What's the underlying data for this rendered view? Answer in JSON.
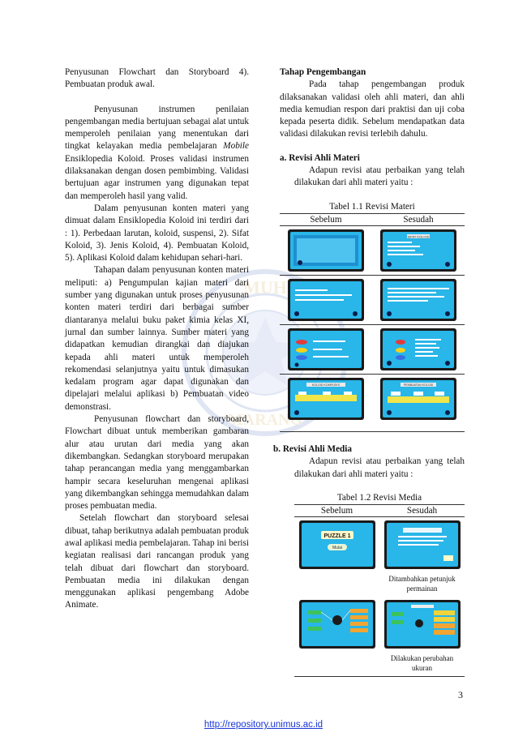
{
  "left_column": {
    "p1": "Penyusunan Flowchart dan Storyboard 4). Pembuatan produk awal.",
    "p2_before": "Penyusunan instrumen penilaian pengembangan media bertujuan sebagai alat untuk memperoleh penilaian yang menentukan dari tingkat kelayakan media pembelajaran ",
    "p2_italic": "Mobile",
    "p2_after": " Ensiklopedia Koloid. Proses validasi instrumen dilaksanakan dengan dosen pembimbing. Validasi bertujuan agar instrumen yang digunakan tepat dan memperoleh hasil yang valid.",
    "p3": "Dalam penyusunan konten materi yang dimuat dalam Ensiklopedia Koloid ini terdiri dari : 1). Perbedaan larutan, koloid, suspensi, 2). Sifat Koloid, 3). Jenis Koloid, 4). Pembuatan Koloid, 5). Aplikasi Koloid dalam kehidupan sehari-hari.",
    "p4": "Tahapan dalam penyusunan konten materi meliputi: a) Pengumpulan kajian materi dari sumber yang digunakan untuk proses penyusunan konten materi terdiri dari berbagai sumber diantaranya melalui buku paket kimia kelas XI, jurnal dan sumber lainnya. Sumber materi yang didapatkan kemudian dirangkai dan diajukan kepada ahli materi untuk memperoleh rekomendasi selanjutnya yaitu untuk dimasukan kedalam program agar dapat digunakan dan dipelajari melalui aplikasi b) Pembuatan video demonstrasi.",
    "p5": "Penyusunan flowchart dan storyboard, Flowchart dibuat untuk memberikan gambaran alur atau urutan dari media yang akan dikembangkan. Sedangkan storyboard merupakan tahap perancangan media yang menggambarkan hampir secara keseluruhan mengenai aplikasi yang dikembangkan sehingga memudahkan dalam proses pembuatan media.",
    "p6": "Setelah flowchart dan storyboard selesai dibuat, tahap berikutnya adalah pembuatan produk awal aplikasi media pembelajaran. Tahap ini berisi kegiatan realisasi dari rancangan produk yang telah dibuat dari flowchart dan storyboard. Pembuatan media ini dilakukan dengan menggunakan aplikasi pengembang Adobe Animate."
  },
  "right_column": {
    "heading": "Tahap Pengembangan",
    "intro": "Pada tahap pengembangan produk dilaksanakan validasi oleh ahli materi, dan ahli media kemudian respon dari praktisi dan uji coba kepada peserta didik. Sebelum mendapatkan data validasi dilakukan revisi terlebih dahulu.",
    "section_a": "a.  Revisi Ahli Materi",
    "section_a_text": "Adapun revisi atau perbaikan yang telah dilakukan dari ahli materi yaitu :",
    "table1_caption": "Tabel 1.1 Revisi Materi",
    "section_b": "b.  Revisi Ahli Media",
    "section_b_text": "Adapun revisi atau perbaikan yang telah dilakukan dari ahli materi yaitu :",
    "table2_caption": "Tabel 1.2 Revisi Media",
    "col_before": "Sebelum",
    "col_after": "Sesudah",
    "note_1": "Ditambahkan petunjuk permainan",
    "note_2": "Dilakukan perubahan ukuran",
    "shot_title_after_1": "SIFAT KOLOID",
    "shot_title_before_4": "KOLOID KOMPLEKS",
    "shot_title_after_4": "PEMBUATAN KOLOID",
    "puzzle_title": "PUZZLE 1",
    "puzzle_button": "Mulai"
  },
  "page_number": "3",
  "footer_link": "http://repository.unimus.ac.id",
  "colors": {
    "screen_blue": "#29b6e8",
    "link_blue": "#1a35d6"
  }
}
